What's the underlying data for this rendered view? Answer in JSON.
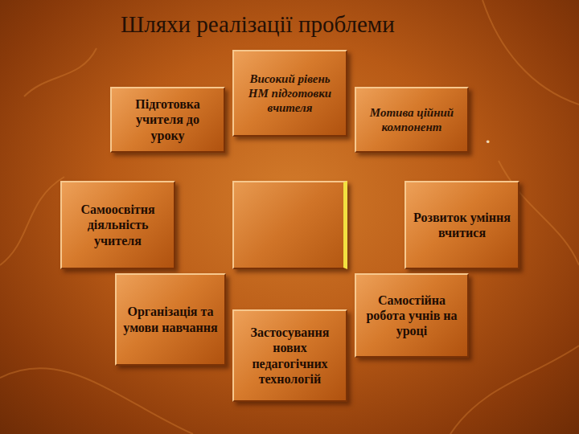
{
  "diagram": {
    "title": "Шляхи реалізації проблеми",
    "nodes": [
      {
        "text": [
          "Підготовка учителя до уроку"
        ]
      },
      {
        "text": [
          "Високий рівень НМ підготовки вчителя"
        ]
      },
      {
        "text": [
          "Мотива ційний компонент"
        ]
      },
      {
        "text": [
          "Самоосвітня діяльність учителя"
        ]
      },
      {
        "text": [
          "Розвиток уміння вчитися"
        ]
      },
      {
        "text": [
          "Організація та умови навчання"
        ]
      },
      {
        "text": [
          "Застосування нових педагогічних технологій"
        ]
      },
      {
        "text": [
          "Самостійна робота учнів на уроці"
        ]
      }
    ],
    "labels": [
      "."
    ]
  }
}
